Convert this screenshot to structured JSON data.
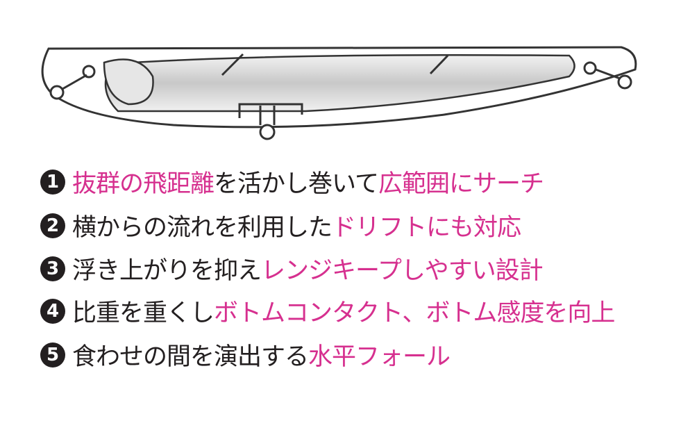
{
  "features": [
    {
      "number": "1",
      "parts": [
        {
          "text": "抜群の飛距離",
          "highlight": true
        },
        {
          "text": "を活かし巻いて",
          "highlight": false
        },
        {
          "text": "広範囲にサーチ",
          "highlight": true
        }
      ]
    },
    {
      "number": "2",
      "parts": [
        {
          "text": "横からの流れを利用した",
          "highlight": false
        },
        {
          "text": "ドリフトにも対応",
          "highlight": true
        }
      ]
    },
    {
      "number": "3",
      "parts": [
        {
          "text": "浮き上がりを抑え",
          "highlight": false
        },
        {
          "text": "レンジキープしやすい設計",
          "highlight": true
        }
      ]
    },
    {
      "number": "4",
      "parts": [
        {
          "text": "比重を重くし",
          "highlight": false
        },
        {
          "text": "ボトムコンタクト、ボトム感度を向上",
          "highlight": true
        }
      ]
    },
    {
      "number": "5",
      "parts": [
        {
          "text": "食わせの間を演出する",
          "highlight": false
        },
        {
          "text": "水平フォール",
          "highlight": true
        }
      ]
    }
  ],
  "colors": {
    "highlight": "#d6308f",
    "text": "#231f20"
  }
}
